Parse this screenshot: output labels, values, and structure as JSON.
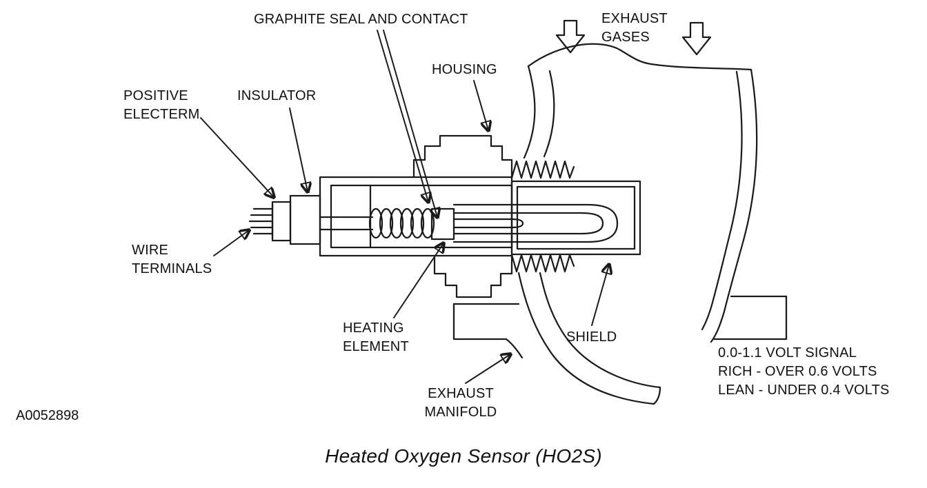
{
  "diagram": {
    "caption": "Heated Oxygen Sensor (HO2S)",
    "part_number": "A0052898",
    "labels": {
      "graphite_seal": "GRAPHITE SEAL AND CONTACT",
      "exhaust_gases_line1": "EXHAUST",
      "exhaust_gases_line2": "GASES",
      "housing": "HOUSING",
      "positive_electerm_line1": "POSITIVE",
      "positive_electerm_line2": "ELECTERM",
      "insulator": "INSULATOR",
      "wire_terminals_line1": "WIRE",
      "wire_terminals_line2": "TERMINALS",
      "heating_element_line1": "HEATING",
      "heating_element_line2": "ELEMENT",
      "shield": "SHIELD",
      "exhaust_manifold_line1": "EXHAUST",
      "exhaust_manifold_line2": "MANIFOLD",
      "signal_line1": "0.0-1.1 VOLT SIGNAL",
      "signal_line2": "RICH - OVER 0.6 VOLTS",
      "signal_line3": "LEAN - UNDER 0.4 VOLTS"
    },
    "colors": {
      "line": "#1a1a1a",
      "background": "#ffffff"
    }
  }
}
